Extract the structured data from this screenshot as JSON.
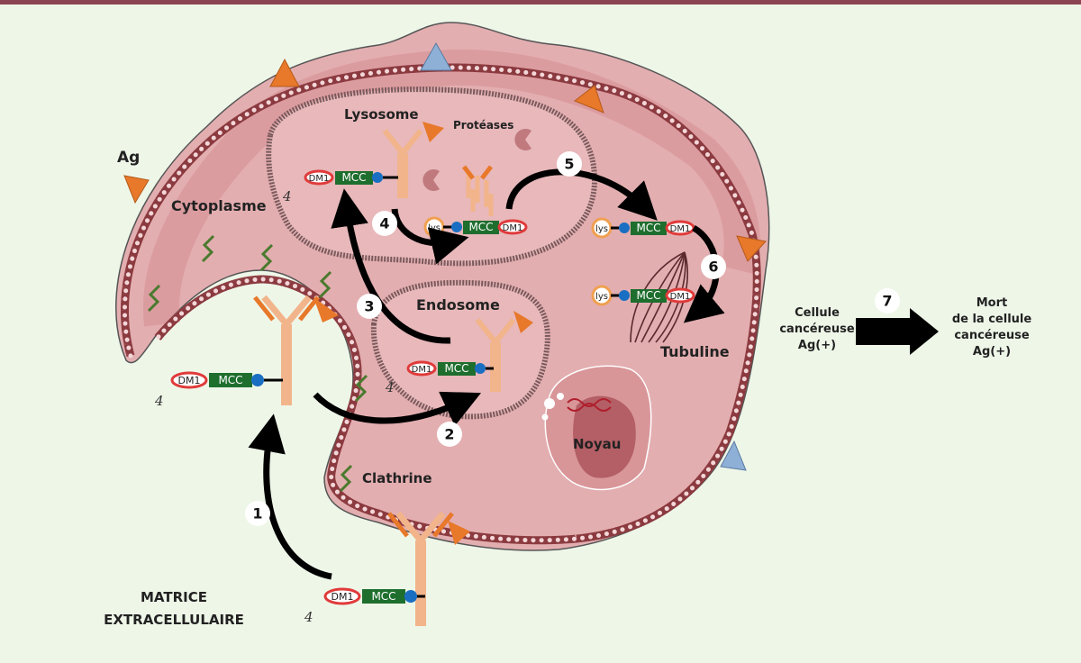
{
  "labels": {
    "ag": "Ag",
    "cytoplasme": "Cytoplasme",
    "lysosome": "Lysosome",
    "proteases": "Protéases",
    "endosome": "Endosome",
    "tubuline": "Tubuline",
    "noyau": "Noyau",
    "clathrine": "Clathrine",
    "matrice_line1": "MATRICE",
    "matrice_line2": "EXTRACELLULAIRE"
  },
  "conjugate": {
    "payload": "DM1",
    "linker": "MCC",
    "lysine": "lys",
    "multiplier": "4"
  },
  "steps": [
    "1",
    "2",
    "3",
    "4",
    "5",
    "6",
    "7"
  ],
  "outcome": {
    "from_line1": "Cellule",
    "from_line2": "cancéreuse",
    "from_line3": "Ag(+)",
    "to_line1": "Mort",
    "to_line2": "de la cellule",
    "to_line3": "cancéreuse",
    "to_line4": "Ag(+)"
  },
  "colors": {
    "background": "#eef6e8",
    "cell": "#e3aeb0",
    "membrane": "#8b3a3f",
    "antigen_orange": "#e8782a",
    "antigen_blue": "#8fb0d6",
    "mcc_green": "#1e6e2e",
    "dm1_red": "#e03a3a",
    "lysine_orange": "#f0a050",
    "link_blue": "#1a6fc2",
    "clathrin_green": "#4a7a2e"
  }
}
